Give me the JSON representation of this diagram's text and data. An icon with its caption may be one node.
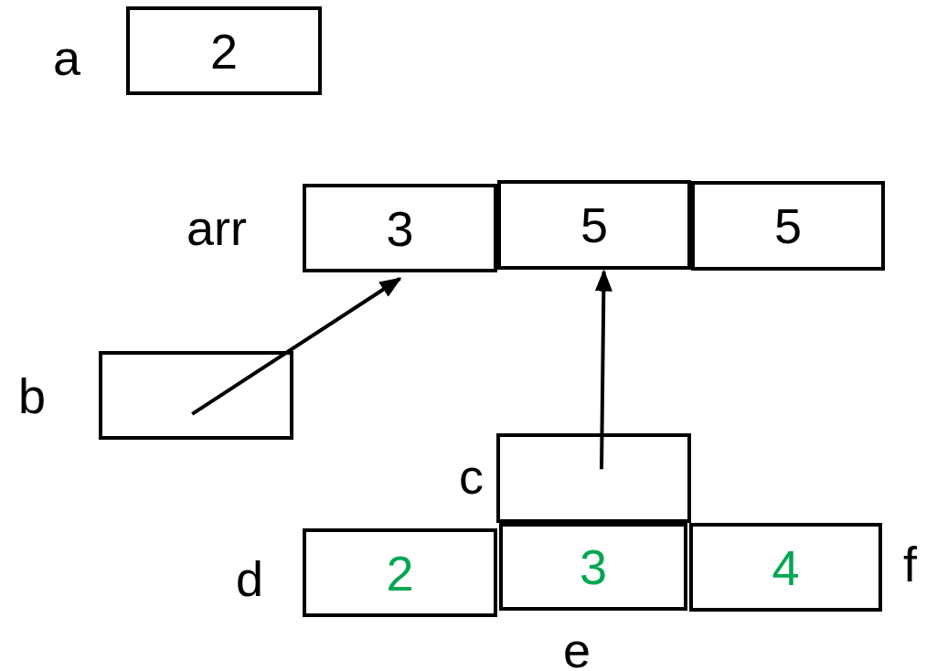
{
  "diagram": {
    "nodes": [
      {
        "text": [
          "2"
        ],
        "beside": [
          "a"
        ]
      },
      {
        "text": [
          "3"
        ],
        "beside": [
          "arr"
        ]
      },
      {
        "text": [
          "5"
        ]
      },
      {
        "text": [
          "5"
        ]
      },
      {
        "text": [],
        "shape": "box",
        "beside": [
          "b"
        ]
      },
      {
        "text": [],
        "shape": "box",
        "beside": [
          "c"
        ]
      },
      {
        "text": [
          "2"
        ],
        "beside": [
          "d"
        ]
      },
      {
        "text": [
          "3"
        ],
        "beside": [
          "e"
        ]
      },
      {
        "text": [
          "4"
        ],
        "beside": [
          "f"
        ]
      }
    ],
    "edges": [
      {
        "from": 4,
        "to": 1,
        "arrow": "to"
      },
      {
        "from": 5,
        "to": 2,
        "arrow": "to"
      }
    ]
  }
}
